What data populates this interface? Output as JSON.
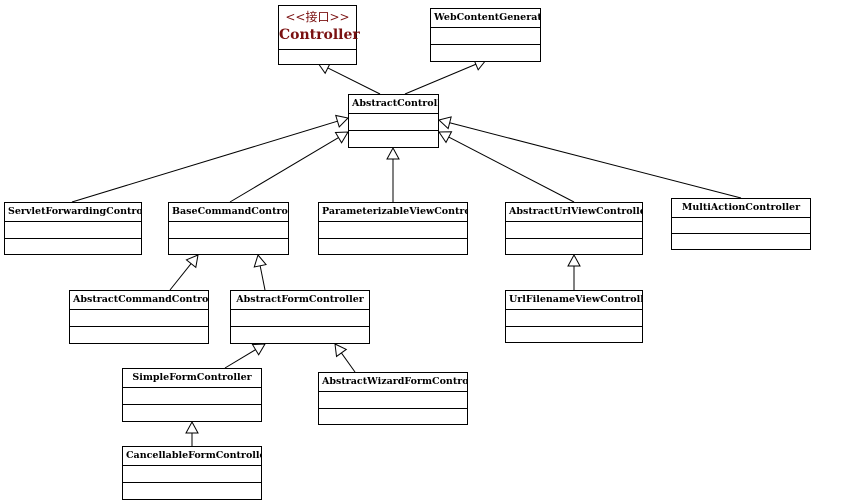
{
  "colors": {
    "line": "#000000",
    "interface_text": "#7a1010",
    "background": "#ffffff"
  },
  "interface": {
    "stereotype": "<<接口>>",
    "name": "Controller"
  },
  "classes": {
    "webcontent": "WebContentGenerator",
    "abstract": "AbstractController",
    "servlet": "ServletForwardingController",
    "basecmd": "BaseCommandController",
    "param": "ParameterizableViewController",
    "urlview": "AbstractUrlViewController",
    "multi": "MultiActionController",
    "abscmd": "AbstractCommandController",
    "absform": "AbstractFormController",
    "urlfile": "UrlFilenameViewController",
    "simple": "SimpleFormController",
    "wizard": "AbstractWizardFormController",
    "cancel": "CancellableFormController"
  }
}
